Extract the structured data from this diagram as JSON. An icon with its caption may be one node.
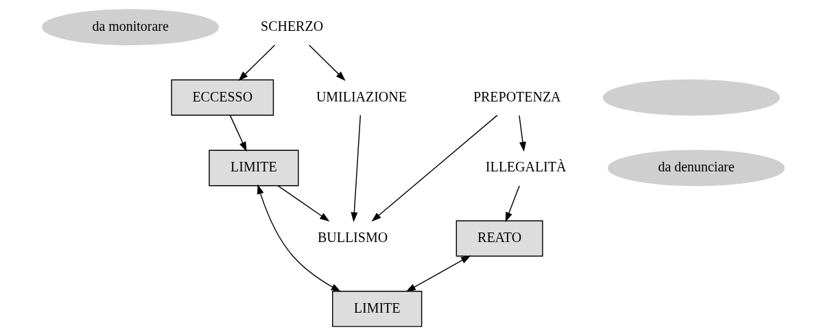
{
  "diagram": {
    "nodes": [
      {
        "text": [
          "da monitorare"
        ]
      },
      {
        "text": [
          "SCHERZO"
        ]
      },
      {
        "text": [
          "ECCESSO"
        ]
      },
      {
        "text": [],
        "shape": "ellipse"
      },
      {
        "text": [
          "LIMITE"
        ]
      },
      {
        "text": [
          "UMILIAZIONE"
        ]
      },
      {
        "text": [
          "BULLISMO"
        ]
      },
      {
        "text": [
          "PREPOTENZA"
        ]
      },
      {
        "text": [
          "da denunciare"
        ]
      },
      {
        "text": [
          "REATO"
        ]
      },
      {
        "text": [
          "LIMITE"
        ]
      },
      {
        "text": [
          "ILLEGALITÀ"
        ]
      }
    ],
    "edges": [
      {
        "from": 1,
        "to": 5,
        "arrow": "to"
      },
      {
        "from": 1,
        "to": 2,
        "arrow": "to"
      },
      {
        "from": 2,
        "to": 4,
        "arrow": "to"
      },
      {
        "from": 4,
        "to": 6,
        "arrow": "to"
      },
      {
        "from": 5,
        "to": 6,
        "arrow": "to"
      },
      {
        "from": 7,
        "to": 6,
        "arrow": "to"
      },
      {
        "from": 4,
        "to": 10,
        "arrow": "both"
      },
      {
        "from": 9,
        "to": 10,
        "arrow": "both"
      },
      {
        "from": 7,
        "to": 11,
        "arrow": "to"
      },
      {
        "from": 11,
        "to": 9,
        "arrow": "to"
      }
    ]
  }
}
